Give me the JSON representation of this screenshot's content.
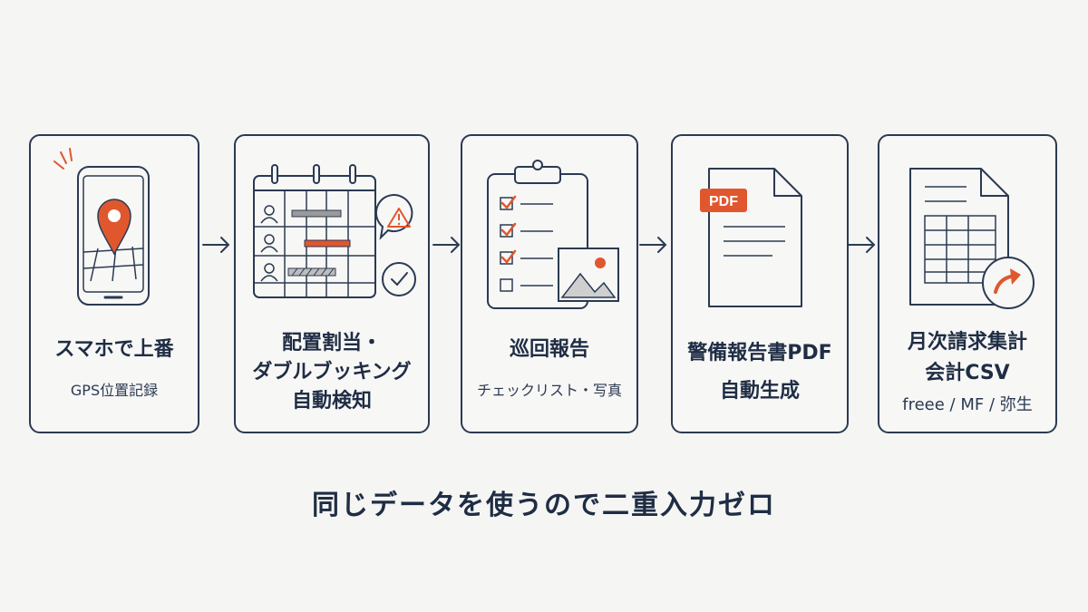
{
  "steps": [
    {
      "title": "スマホで上番",
      "subtitle": "GPS位置記録",
      "icon": "smartphone-gps-icon"
    },
    {
      "title_lines": [
        "配置割当・",
        "ダブルブッキング",
        "自動検知"
      ],
      "icon": "calendar-schedule-icon"
    },
    {
      "title": "巡回報告",
      "subtitle": "チェックリスト・写真",
      "icon": "clipboard-checklist-icon"
    },
    {
      "title_lines": [
        "警備報告書PDF",
        "自動生成"
      ],
      "badge": "PDF",
      "icon": "pdf-document-icon"
    },
    {
      "title_lines": [
        "月次請求集計",
        "会計CSV"
      ],
      "subtitle": "freee / MF / 弥生",
      "icon": "spreadsheet-export-icon"
    }
  ],
  "footer": "同じデータを使うので二重入力ゼロ",
  "colors": {
    "ink": "#2b3a52",
    "accent": "#e0572e",
    "background": "#f5f5f4"
  }
}
